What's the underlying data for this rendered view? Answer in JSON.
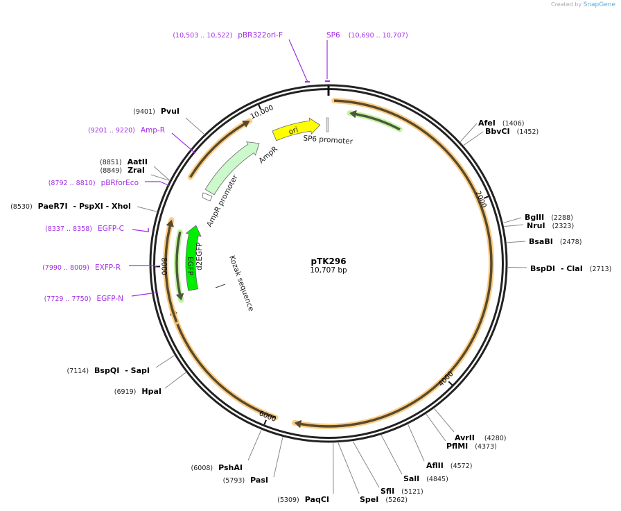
{
  "credit": {
    "created_by": "Created by",
    "brand": "SnapGene"
  },
  "plasmid": {
    "name": "pTK296",
    "length": "10,707 bp",
    "length_bp": 10707
  },
  "colors": {
    "backbone": "#222222",
    "misc_halo": "#f9c879",
    "primer": "#a22ee6",
    "ori": "#ffff00",
    "ampr": "#ccf9cc",
    "egfp": "#00ee00",
    "green_halo": "#c0f19a"
  },
  "ticks": [
    {
      "bp": 2000,
      "label": "2000"
    },
    {
      "bp": 4000,
      "label": "4000"
    },
    {
      "bp": 6000,
      "label": "6000"
    },
    {
      "bp": 8000,
      "label": "8000"
    },
    {
      "bp": 10000,
      "label": "10,000"
    }
  ],
  "features": [
    {
      "name": "",
      "type": "misc",
      "start": 60,
      "end": 5711,
      "dir": 1
    },
    {
      "name": "",
      "type": "misc",
      "start": 5919,
      "end": 7555,
      "dir": 1
    },
    {
      "name": "",
      "type": "misc",
      "start": 7406,
      "end": 8491,
      "dir": 1
    },
    {
      "name": "",
      "type": "misc",
      "start": 8982,
      "end": 9845,
      "dir": 1
    },
    {
      "name": "",
      "type": "green",
      "start": 238,
      "end": 833,
      "dir": -1
    },
    {
      "name": "",
      "type": "green",
      "start": 7614,
      "end": 8387,
      "dir": -1
    },
    {
      "name": "EGFP",
      "type": "egfp",
      "start": 7703,
      "end": 8506,
      "dir": 1
    },
    {
      "name": "AmpR",
      "type": "ampr",
      "start": 8952,
      "end": 9815,
      "dir": 1
    },
    {
      "name": "ori",
      "type": "ori",
      "start": 10023,
      "end": 10603,
      "dir": 1
    }
  ],
  "feature_labels": {
    "sp6_promoter": "SP6 promoter",
    "ampr": "AmpR",
    "ampr_promoter": "AmpR promoter",
    "d2egfp": "d2EGFP",
    "egfp": "EGFP",
    "ori": "ori",
    "kozak": "Kozak sequence"
  },
  "enzymes": [
    {
      "name": "AfeI",
      "pos": "(1406)"
    },
    {
      "name": "BbvCI",
      "pos": "(1452)"
    },
    {
      "name": "BglII",
      "pos": "(2288)"
    },
    {
      "name": "NruI",
      "pos": "(2323)"
    },
    {
      "name": "BsaBI",
      "pos": "(2478)"
    },
    {
      "name": "BspDI",
      "extra": "- ClaI",
      "pos": "(2713)"
    },
    {
      "name": "AvrII",
      "pos": "(4280)"
    },
    {
      "name": "PflMI",
      "pos": "(4373)"
    },
    {
      "name": "AflII",
      "pos": "(4572)"
    },
    {
      "name": "SalI",
      "pos": "(4845)"
    },
    {
      "name": "SfiI",
      "pos": "(5121)"
    },
    {
      "name": "SpeI",
      "pos": "(5262)"
    },
    {
      "name": "PaqCI",
      "pos": "(5309)"
    },
    {
      "name": "PasI",
      "pos": "(5793)"
    },
    {
      "name": "PshAI",
      "pos": "(6008)"
    },
    {
      "name": "HpaI",
      "pos": "(6919)"
    },
    {
      "name": "BspQI",
      "extra": "- SapI",
      "pos": "(7114)"
    },
    {
      "name": "PaeR7I",
      "extra": "- PspXI   - XhoI",
      "pos": "(8530)"
    },
    {
      "name": "ZraI",
      "pos": "(8849)"
    },
    {
      "name": "AatII",
      "pos": "(8851)"
    },
    {
      "name": "PvuI",
      "pos": "(9401)"
    }
  ],
  "primers": [
    {
      "name": "pBR322ori-F",
      "range": "(10,503 .. 10,522)"
    },
    {
      "name": "SP6",
      "range": "(10,690 .. 10,707)"
    },
    {
      "name": "Amp-R",
      "range": "(9201 .. 9220)"
    },
    {
      "name": "pBRforEco",
      "range": "(8792 .. 8810)"
    },
    {
      "name": "EGFP-C",
      "range": "(8337 .. 8358)"
    },
    {
      "name": "EXFP-R",
      "range": "(7990 .. 8009)"
    },
    {
      "name": "EGFP-N",
      "range": "(7729 .. 7750)"
    }
  ]
}
